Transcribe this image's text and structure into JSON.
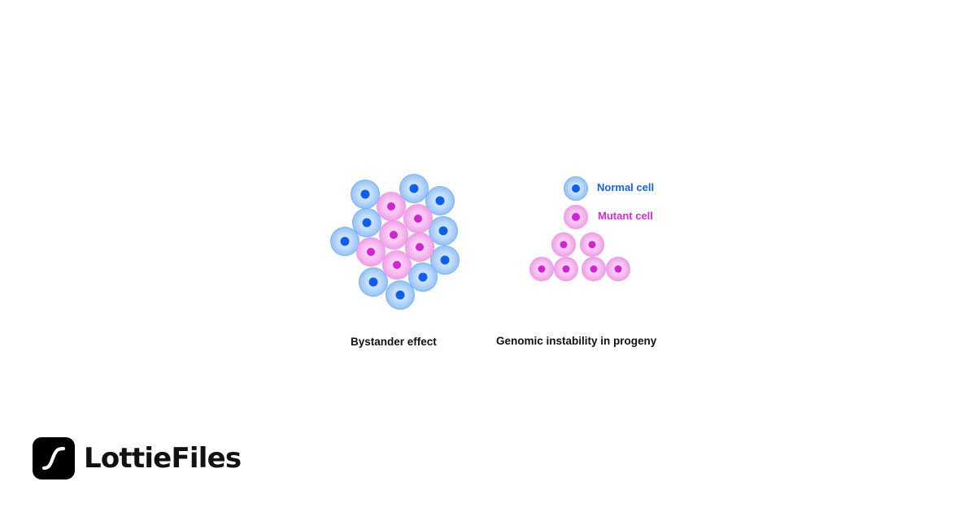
{
  "diagram": {
    "colors": {
      "normal_nucleus": "#0a5ef0",
      "mutant_nucleus": "#d520d5",
      "normal_label": "#1a5fe8",
      "mutant_label": "#d62ad6",
      "caption": "#111111"
    },
    "legend": {
      "normal_label": "Normal cell",
      "mutant_label": "Mutant cell"
    },
    "captions": {
      "bystander": "Bystander effect",
      "genomic": "Genomic instability in progeny"
    },
    "bystander_cluster": {
      "normal_cells": [
        [
          449,
          239
        ],
        [
          509,
          232
        ],
        [
          541,
          247
        ],
        [
          451,
          274
        ],
        [
          545,
          284
        ],
        [
          424,
          297
        ],
        [
          547,
          320
        ],
        [
          459,
          347
        ],
        [
          520,
          341
        ],
        [
          492,
          363
        ]
      ],
      "mutant_cells": [
        [
          481,
          254
        ],
        [
          514,
          269
        ],
        [
          484,
          289
        ],
        [
          516,
          304
        ],
        [
          456,
          310
        ],
        [
          488,
          326
        ]
      ]
    },
    "progeny": {
      "mutant_cells": [
        [
          693,
          301
        ],
        [
          728,
          301
        ],
        [
          666,
          331
        ],
        [
          696,
          331
        ],
        [
          730,
          331
        ],
        [
          760,
          331
        ]
      ]
    }
  },
  "branding": {
    "logo_text": "LottieFiles"
  }
}
